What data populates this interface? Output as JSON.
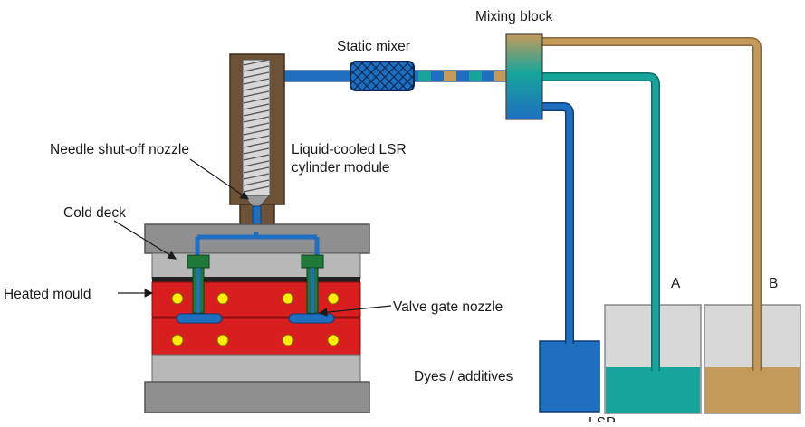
{
  "labels": {
    "mixing_block": "Mixing block",
    "static_mixer": "Static mixer",
    "needle_shutoff_nozzle": "Needle shut-off nozzle",
    "cylinder_module_line1": "Liquid-cooled LSR",
    "cylinder_module_line2": "cylinder module",
    "cold_deck": "Cold deck",
    "heated_mould": "Heated mould",
    "valve_gate_nozzle": "Valve gate nozzle",
    "dyes_additives": "Dyes / additives",
    "container_a": "A",
    "container_b": "B",
    "lsr_partial": "LSR ..."
  },
  "colors": {
    "background": "#ffffff",
    "blue_line": "#1e6fc0",
    "teal": "#17a59b",
    "tan": "#c49a5a",
    "brown_housing": "#6e5238",
    "mould_red": "#d81e1e",
    "plate_grey": "#8f8f8f",
    "heater_yellow": "#ffee00",
    "gate_green": "#1f7a3a",
    "container_grey": "#d8d8d8"
  }
}
